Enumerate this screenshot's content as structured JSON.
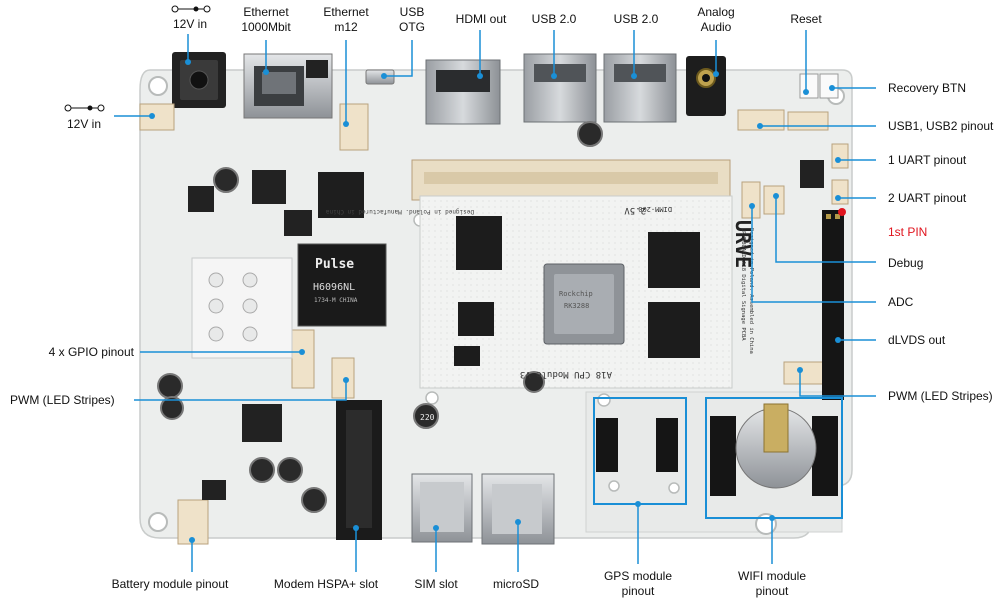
{
  "colors": {
    "board": "#eceeed",
    "callout_line": "#1a8fd6",
    "first_pin": "#e0141e",
    "text": "#111111"
  },
  "labels": {
    "dc_top": "12V in",
    "dc_left": "12V in",
    "ethernet_1000": "Ethernet\n1000Mbit",
    "ethernet_m12": "Ethernet\nm12",
    "usb_otg": "USB\nOTG",
    "hdmi_out": "HDMI out",
    "usb20_a": "USB 2.0",
    "usb20_b": "USB 2.0",
    "analog_audio": "Analog\nAudio",
    "reset": "Reset",
    "recovery_btn": "Recovery BTN",
    "usb_pinout": "USB1, USB2 pinout",
    "uart1": "1 UART pinout",
    "uart2": "2 UART pinout",
    "first_pin": "1st PIN",
    "debug": "Debug",
    "adc": "ADC",
    "dlvds": "dLVDS out",
    "pwm_right": "PWM (LED Stripes)",
    "gpio": "4 x GPIO pinout",
    "pwm_left": "PWM (LED Stripes)",
    "battery": "Battery module pinout",
    "modem": "Modem HSPA+ slot",
    "sim": "SIM slot",
    "microsd": "microSD",
    "gps": "GPS module\npinout",
    "wifi": "WIFI module\npinout"
  },
  "board_text": {
    "pulse_brand": "Pulse",
    "pulse_part": "H6096NL",
    "pulse_sub": "1734-M CHINA",
    "module_title": "A18 CPU Module V3",
    "dimm": "DIMM-200",
    "voltage": "2.5V",
    "designed": "Designed in Poland. Manufactured in China",
    "brand": "URVE",
    "board_desc": "URVEBOARD A18 Digital Signage PCBA",
    "board_desc2": "Designed in Poland. Assembled in China",
    "soc_brand": "Rockchip",
    "soc_part": "RK3288",
    "cap_value": "220"
  }
}
